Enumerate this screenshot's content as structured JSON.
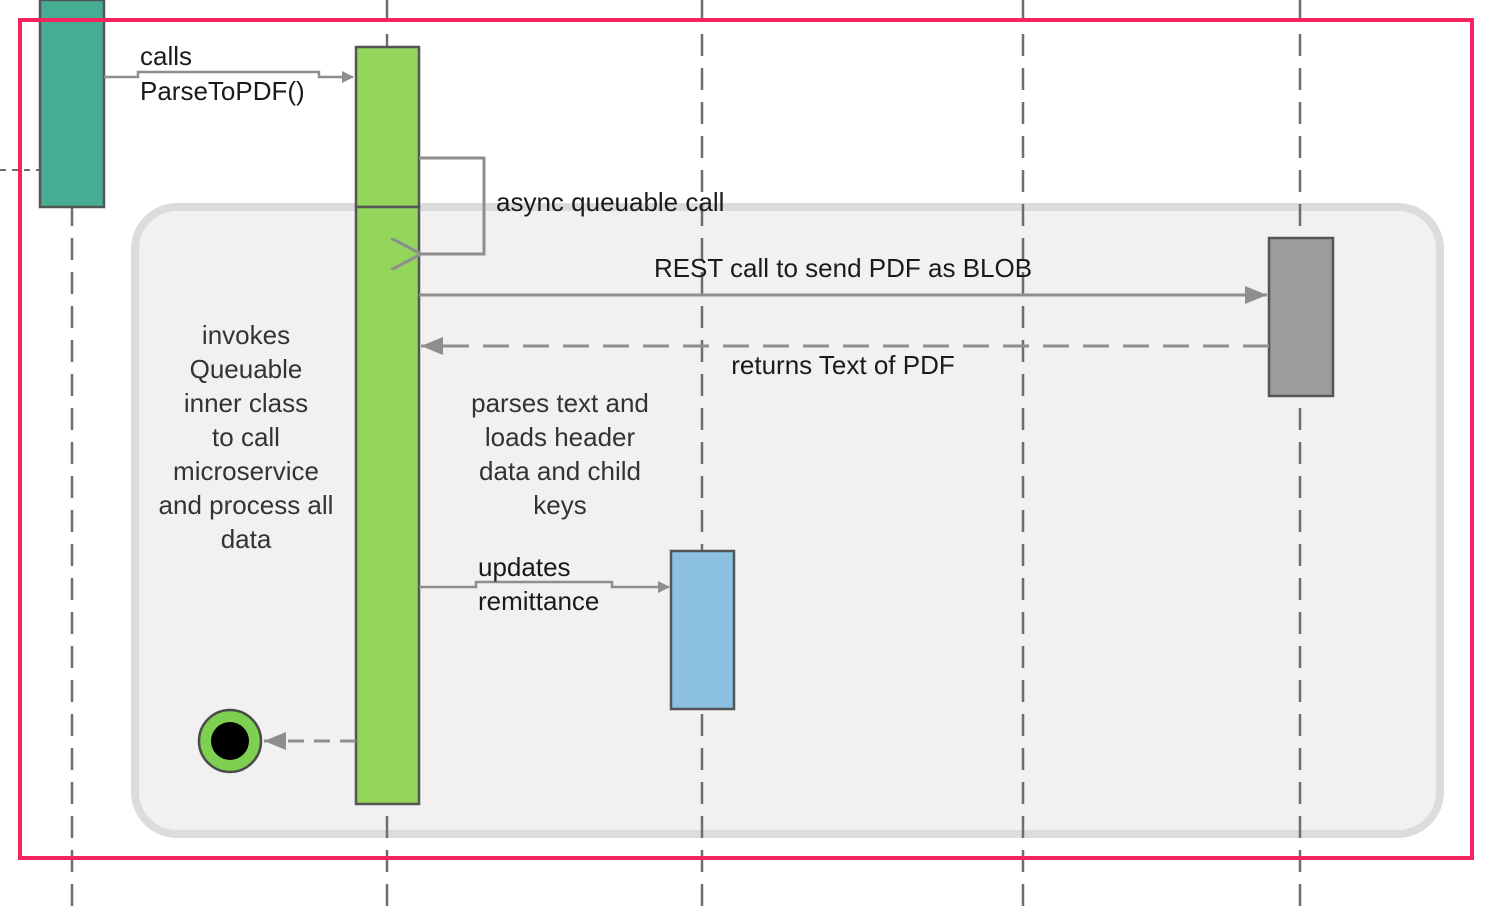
{
  "diagram": {
    "messages": {
      "call_parse": [
        "calls",
        "ParseToPDF()"
      ],
      "async_call": "async queuable call",
      "rest_call": "REST call to send PDF as BLOB",
      "returns_text": "returns Text of PDF",
      "updates_remittance": [
        "updates",
        "remittance"
      ]
    },
    "notes": {
      "invokes_queuable": [
        "invokes",
        "Queuable",
        "inner class",
        "to call",
        "microservice",
        "and process all",
        "data"
      ],
      "parses_text": [
        "parses text and",
        "loads header",
        "data and child",
        "keys"
      ]
    },
    "colors": {
      "highlight_border": "#f5245e",
      "activation_teal": "#46ad93",
      "activation_green": "#93d65b",
      "activation_gray": "#9c9c9c",
      "activation_blue": "#8cc0e2",
      "async_region_fill": "#f1f1f1",
      "async_region_border": "#dcdcdc",
      "arrow_gray": "#8e8e8e",
      "end_state_ring": "#7ed050"
    }
  }
}
